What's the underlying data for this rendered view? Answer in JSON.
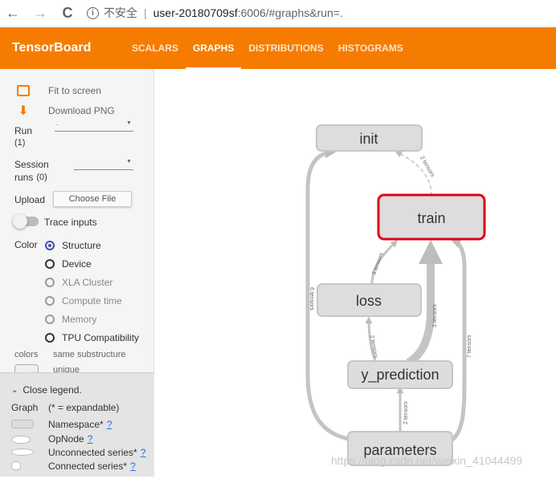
{
  "browser": {
    "back_icon": "←",
    "forward_icon": "→",
    "reload_icon": "C",
    "info_icon": "i",
    "insecure_label": "不安全",
    "url_host": "user-20180709sf",
    "url_rest": ":6006/#graphs&run=."
  },
  "header": {
    "brand": "TensorBoard",
    "tabs": [
      "SCALARS",
      "GRAPHS",
      "DISTRIBUTIONS",
      "HISTOGRAMS"
    ],
    "active_tab": "GRAPHS",
    "color": "#f57c00"
  },
  "sidebar": {
    "fit_to_screen": "Fit to screen",
    "download_png": "Download PNG",
    "download_icon": "⬇",
    "run_label": "Run",
    "run_count": "(1)",
    "run_value": ".",
    "session_label_1": "Session",
    "session_label_2": "runs",
    "session_count": "(0)",
    "upload_label": "Upload",
    "choose_file": "Choose File",
    "trace_inputs": "Trace inputs",
    "color_label": "Color",
    "color_options": [
      {
        "label": "Structure",
        "state": "checked"
      },
      {
        "label": "Device",
        "state": "normal"
      },
      {
        "label": "XLA Cluster",
        "state": "disabled"
      },
      {
        "label": "Compute time",
        "state": "disabled"
      },
      {
        "label": "Memory",
        "state": "disabled"
      },
      {
        "label": "TPU Compatibility",
        "state": "normal"
      }
    ],
    "colors_label": "colors",
    "same_substructure": "same substructure",
    "unique": "unique"
  },
  "legend": {
    "close_legend": "Close legend.",
    "graph_label": "Graph",
    "expandable": "(* = expandable)",
    "items": [
      "Namespace*",
      "OpNode",
      "Unconnected series*",
      "Connected series*"
    ],
    "help_mark": "?"
  },
  "graph": {
    "nodes": [
      "init",
      "train",
      "loss",
      "y_prediction",
      "parameters"
    ],
    "selected": "train",
    "edges": {
      "train_init": "2 tensors",
      "params_init": "6 tensors",
      "loss_train": "3 tensors",
      "ypred_train": "3 tensors",
      "params_train": "7 tensors",
      "ypred_loss": "2 tensors",
      "params_ypred": "2 tensors"
    }
  },
  "watermark": "https://blog.csdn.net/weixin_41044499"
}
